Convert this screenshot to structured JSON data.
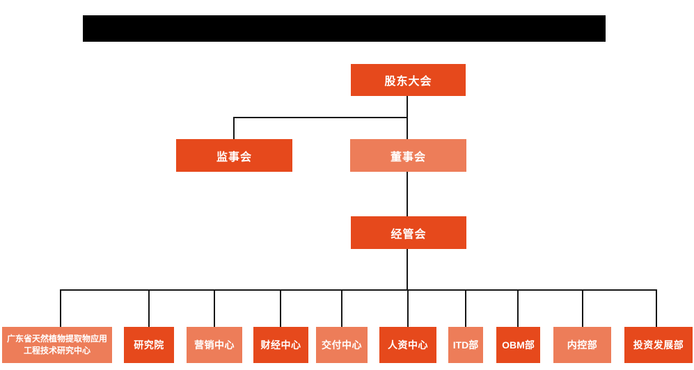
{
  "colors": {
    "primary_orange": "#E6491C",
    "light_orange": "#ED7D59",
    "line_black": "#161616",
    "redaction_black": "#000000",
    "text_white": "#FFFFFF"
  },
  "org": {
    "root": {
      "label": "股东大会",
      "variant": "dark"
    },
    "level2": [
      {
        "label": "监事会",
        "variant": "dark"
      },
      {
        "label": "董事会",
        "variant": "light"
      }
    ],
    "level3": {
      "label": "经管会",
      "variant": "dark"
    },
    "departments": [
      {
        "label": "广东省天然植物提取物应用工程技术研究中心",
        "variant": "light"
      },
      {
        "label": "研究院",
        "variant": "dark"
      },
      {
        "label": "营销中心",
        "variant": "light"
      },
      {
        "label": "财经中心",
        "variant": "dark"
      },
      {
        "label": "交付中心",
        "variant": "light"
      },
      {
        "label": "人资中心",
        "variant": "dark"
      },
      {
        "label": "ITD部",
        "variant": "light"
      },
      {
        "label": "OBM部",
        "variant": "dark"
      },
      {
        "label": "内控部",
        "variant": "light"
      },
      {
        "label": "投资发展部",
        "variant": "dark"
      }
    ]
  }
}
